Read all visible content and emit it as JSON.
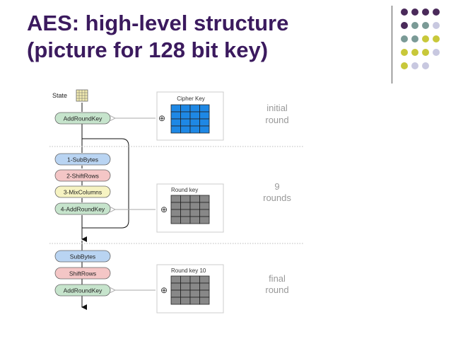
{
  "slide": {
    "title_line1": "AES: high-level structure",
    "title_line2": "(picture for 128 bit key)"
  },
  "diagram": {
    "state_label": "State",
    "initial": {
      "step": "AddRoundKey",
      "key_label": "Cipher Key",
      "round_label_line1": "initial",
      "round_label_line2": "round"
    },
    "main": {
      "steps": [
        "1-SubBytes",
        "2-ShiftRows",
        "3-MixColumns",
        "4-AddRoundKey"
      ],
      "key_label": "Round key",
      "round_label_line1": "9",
      "round_label_line2": "rounds"
    },
    "final": {
      "steps": [
        "SubBytes",
        "ShiftRows",
        "AddRoundKey"
      ],
      "key_label": "Round key 10",
      "round_label_line1": "final",
      "round_label_line2": "round"
    },
    "xor_symbol": "⊕"
  },
  "colors": {
    "title": "#3b1a5e",
    "pill_blue": "#b9d4f2",
    "pill_red": "#f4c6c6",
    "pill_yellow": "#f6f3c2",
    "pill_green": "#c6e4cc",
    "cipher_key_grid": "#1e88e5",
    "round_key_grid": "#888888",
    "dot_purple": "#4a2a5a",
    "dot_teal": "#7a9a96",
    "dot_yellow": "#c8c83a",
    "dot_lavender": "#c8c8e0"
  }
}
